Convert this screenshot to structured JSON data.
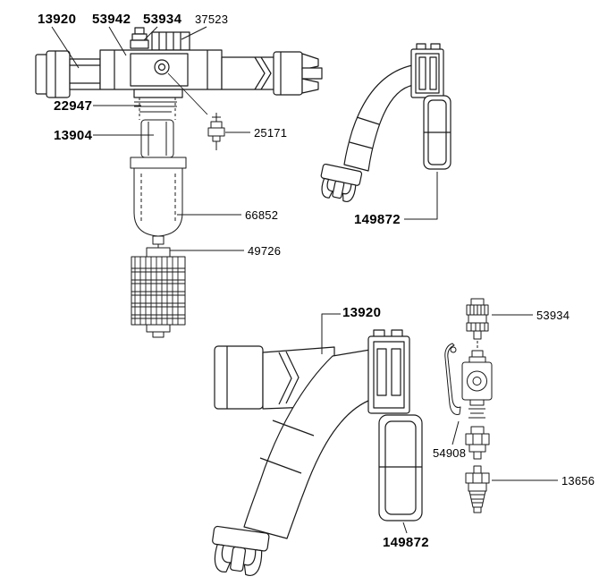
{
  "diagram_type": "exploded-parts-diagram",
  "colors": {
    "background": "#ffffff",
    "line": "#1a1a1a"
  },
  "labels": {
    "top_13920": "13920",
    "top_53942": "53942",
    "top_53934": "53934",
    "top_37523": "37523",
    "left_22947": "22947",
    "left_13904": "13904",
    "mid_25171": "25171",
    "mid_66852": "66852",
    "mid_49726": "49726",
    "upper_149872": "149872",
    "lower_13920": "13920",
    "right_53934": "53934",
    "right_54908": "54908",
    "right_13656": "13656",
    "lower_149872": "149872"
  }
}
